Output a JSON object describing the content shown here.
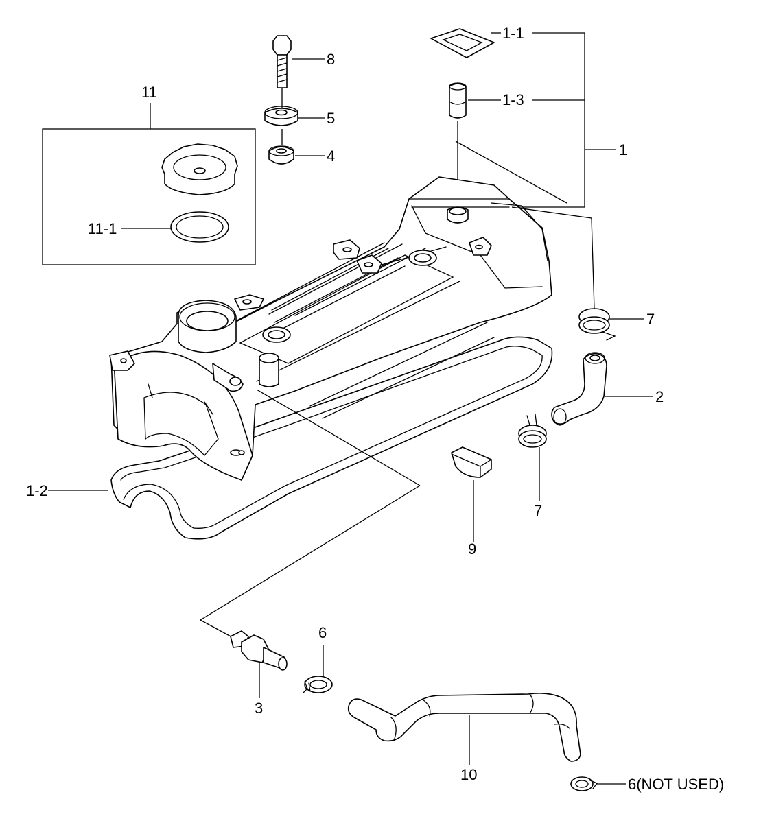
{
  "labels": {
    "p1": "1",
    "p1_1": "1-1",
    "p1_2": "1-2",
    "p1_3": "1-3",
    "p2": "2",
    "p3": "3",
    "p4": "4",
    "p5": "5",
    "p6": "6",
    "p6_not_used": "6(NOT USED)",
    "p7_right": "7",
    "p7_lower": "7",
    "p8": "8",
    "p9": "9",
    "p10": "10",
    "p11": "11",
    "p11_1": "11-1"
  },
  "colors": {
    "line": "#000000",
    "background": "#ffffff"
  }
}
